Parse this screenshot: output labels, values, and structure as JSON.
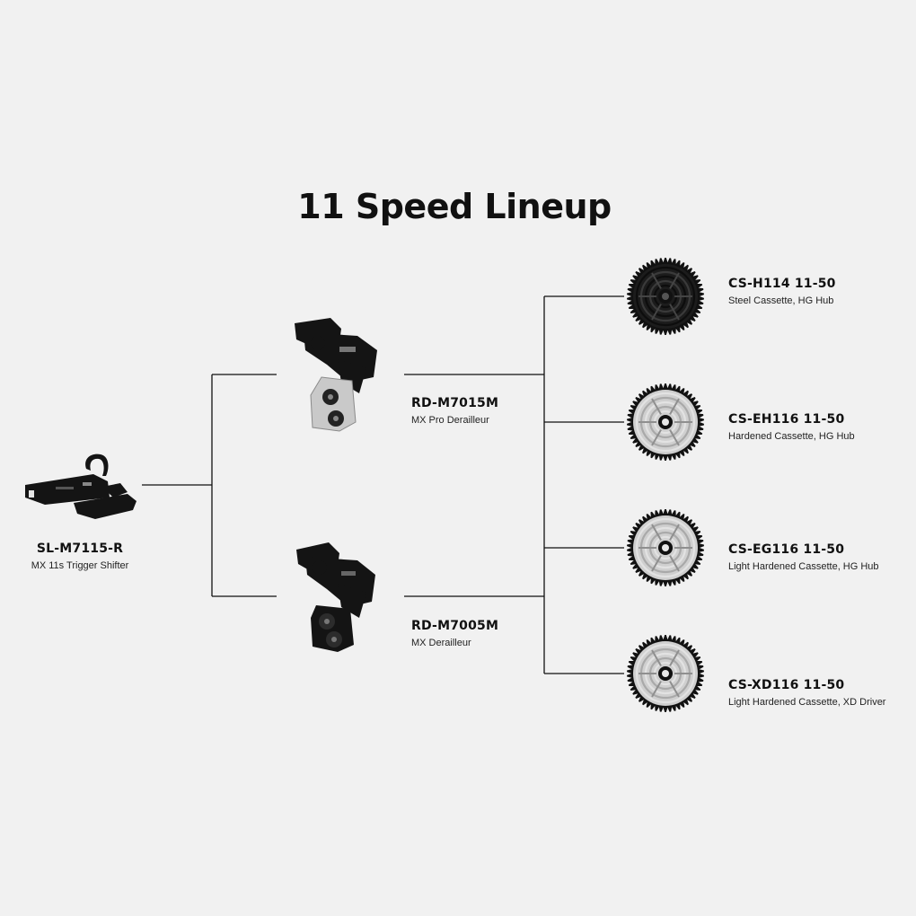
{
  "title": "11 Speed Lineup",
  "shifter": {
    "code": "SL-M7115-R",
    "desc": "MX 11s Trigger Shifter"
  },
  "derailleurs": [
    {
      "code": "RD-M7015M",
      "desc": "MX Pro Derailleur",
      "finish": "silver"
    },
    {
      "code": "RD-M7005M",
      "desc": "MX Derailleur",
      "finish": "black"
    }
  ],
  "cassettes": [
    {
      "code": "CS-H114 11-50",
      "desc": "Steel Cassette, HG Hub",
      "finish": "black"
    },
    {
      "code": "CS-EH116 11-50",
      "desc": "Hardened Cassette, HG Hub",
      "finish": "silver"
    },
    {
      "code": "CS-EG116 11-50",
      "desc": "Light Hardened Cassette, HG Hub",
      "finish": "silver"
    },
    {
      "code": "CS-XD116 11-50",
      "desc": "Light Hardened Cassette, XD Driver",
      "finish": "silver"
    }
  ],
  "colors": {
    "background": "#f1f1f1",
    "line": "#111111",
    "part_black": "#141414",
    "part_silver": "#c9c9c9"
  }
}
